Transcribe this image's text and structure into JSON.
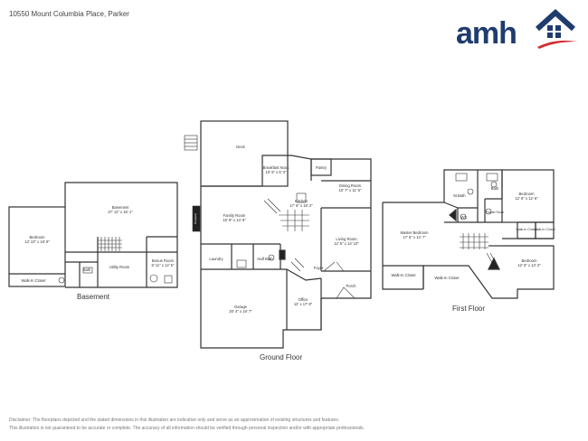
{
  "header": {
    "address": "10550 Mount Columbia Place, Parker"
  },
  "brand": {
    "logo_text": "amh",
    "color": "#1f3c6e",
    "accent": "#d32a2f"
  },
  "floors": {
    "basement": {
      "label": "Basement",
      "rooms": {
        "bedroom": {
          "name": "Bedroom",
          "dims": "13' 10\" x 16' 9\""
        },
        "basement": {
          "name": "Basement",
          "dims": "27' 11\" x 16' 1\""
        },
        "bonus": {
          "name": "Bonus Room",
          "dims": "8' 11\" x 12' 5\""
        },
        "utility": {
          "name": "Utility Room"
        },
        "bath": {
          "name": "Bath"
        },
        "walkin": {
          "name": "Walk-In Closet"
        }
      }
    },
    "ground": {
      "label": "Ground Floor",
      "rooms": {
        "deck": {
          "name": "Deck"
        },
        "nook": {
          "name": "Breakfast Nook",
          "dims": "10' 5\" x 6' 3\""
        },
        "pantry": {
          "name": "Pantry"
        },
        "kitchen": {
          "name": "Kitchen",
          "dims": "17' 6\" x 18' 2\""
        },
        "dining": {
          "name": "Dining Room",
          "dims": "10' 7\" x 11' 6\""
        },
        "family": {
          "name": "Family Room",
          "dims": "15' 8\" x 14' 6\""
        },
        "living": {
          "name": "Living Room",
          "dims": "12' 5\" x 14' 10\""
        },
        "fireplace": {
          "name": "Fireplace"
        },
        "laundry": {
          "name": "Laundry"
        },
        "halfbath": {
          "name": "Half Bath"
        },
        "foyer": {
          "name": "Foyer"
        },
        "garage": {
          "name": "Garage",
          "dims": "20' 4\" x 19' 7\""
        },
        "office": {
          "name": "Office",
          "dims": "12' x 17' 8\""
        },
        "porch": {
          "name": "Porch"
        }
      }
    },
    "first": {
      "label": "First Floor",
      "rooms": {
        "mbath": {
          "name": "M.Bath"
        },
        "bath": {
          "name": "Bath"
        },
        "bedroom1": {
          "name": "Bedroom",
          "dims": "12' 6\" x 12' 6\""
        },
        "wc": {
          "name": "WC"
        },
        "powder": {
          "name": "Powder Room"
        },
        "master": {
          "name": "Master Bedroom",
          "dims": "17' 5\" x 14' 7\""
        },
        "walkin_a": {
          "name": "Walk-In Closet"
        },
        "walkin_b": {
          "name": "Walk-In Closet"
        },
        "walkin_c": {
          "name": "Walk-In Closet"
        },
        "walkin_d": {
          "name": "Walk-In Closet"
        },
        "bedroom2": {
          "name": "Bedroom",
          "dims": "12' 6\" x 13' 2\""
        }
      }
    }
  },
  "disclaimer": {
    "line1": "Disclaimer: The floorplans depicted and the stated dimensions in this illustration are indicative only and serve as an approximation of existing structures and features.",
    "line2": "This illustration is not guaranteed to be accurate or complete. The accuracy of all information should be verified through personal inspection and/or with appropriate professionals."
  }
}
